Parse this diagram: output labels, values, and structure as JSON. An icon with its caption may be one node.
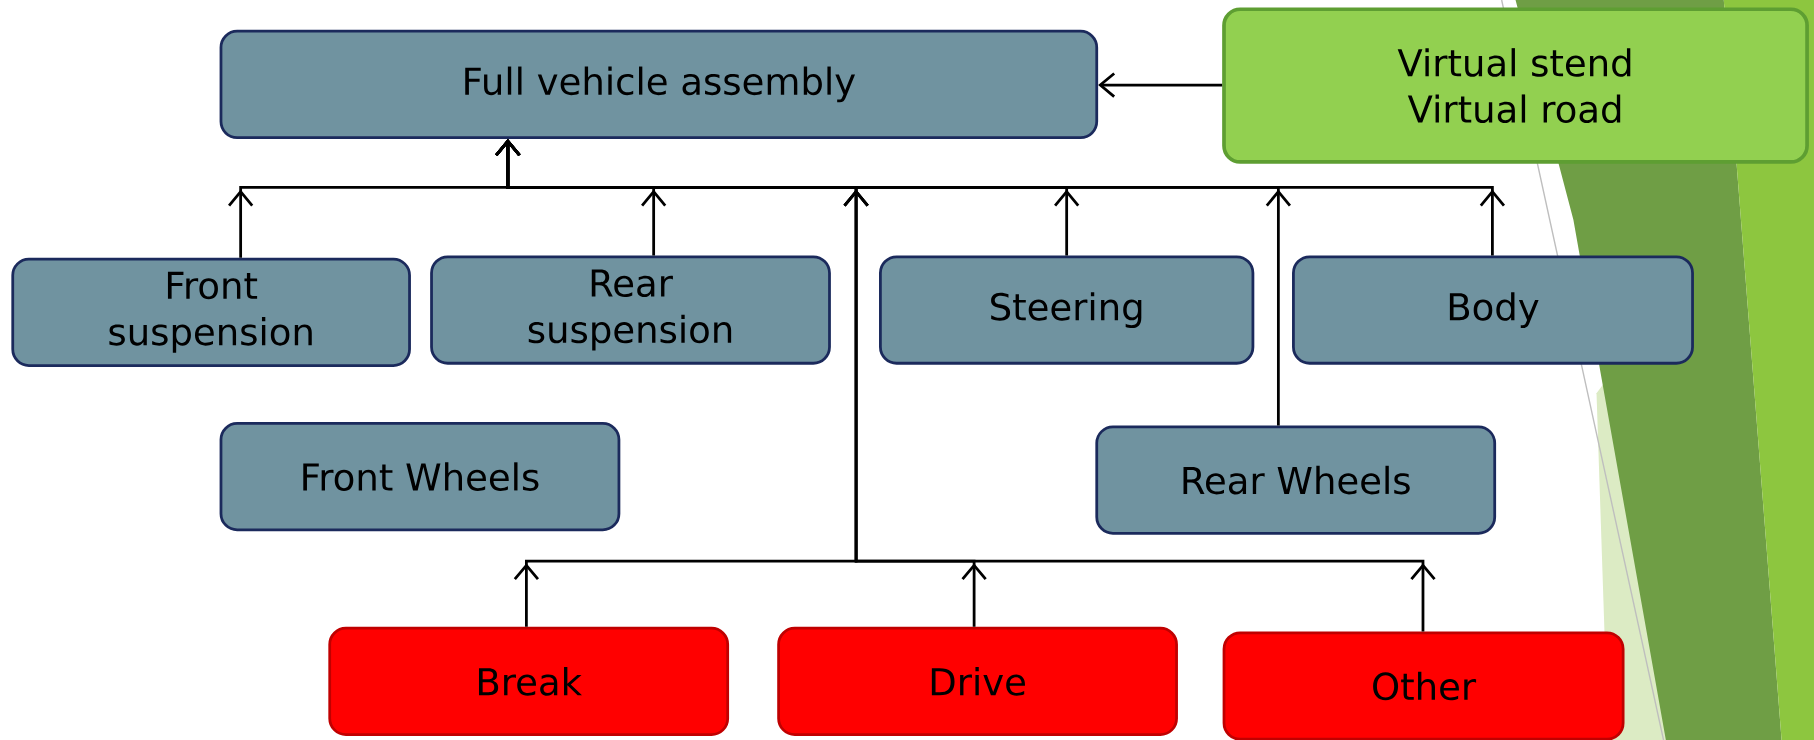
{
  "diagram": {
    "nodes": [
      {
        "text": [
          "Full vehicle assembly"
        ]
      },
      {
        "text": [
          "Virtual stend",
          "Virtual road"
        ]
      },
      {
        "text": [
          "Front suspension"
        ]
      },
      {
        "text": [
          "Rear suspension"
        ]
      },
      {
        "text": [
          "Steering"
        ]
      },
      {
        "text": [
          "Body"
        ]
      },
      {
        "text": [
          "Front Wheels"
        ]
      },
      {
        "text": [
          "Rear Wheels"
        ]
      },
      {
        "text": [
          "Break"
        ]
      },
      {
        "text": [
          "Drive"
        ]
      },
      {
        "text": [
          "Other"
        ]
      }
    ],
    "edges": [
      {
        "from": 1,
        "to": 0,
        "arrow": "to"
      },
      {
        "from": 2,
        "to": 0,
        "arrow": "to"
      },
      {
        "from": 3,
        "to": 0,
        "arrow": "to"
      },
      {
        "from": 4,
        "to": 0,
        "arrow": "to"
      },
      {
        "from": 5,
        "to": 0,
        "arrow": "to"
      },
      {
        "from": 7,
        "to": 0,
        "arrow": "to"
      },
      {
        "from": 8,
        "to": 0,
        "arrow": "to"
      },
      {
        "from": 9,
        "to": 0,
        "arrow": "to"
      },
      {
        "from": 10,
        "to": 0,
        "arrow": "to"
      }
    ]
  }
}
